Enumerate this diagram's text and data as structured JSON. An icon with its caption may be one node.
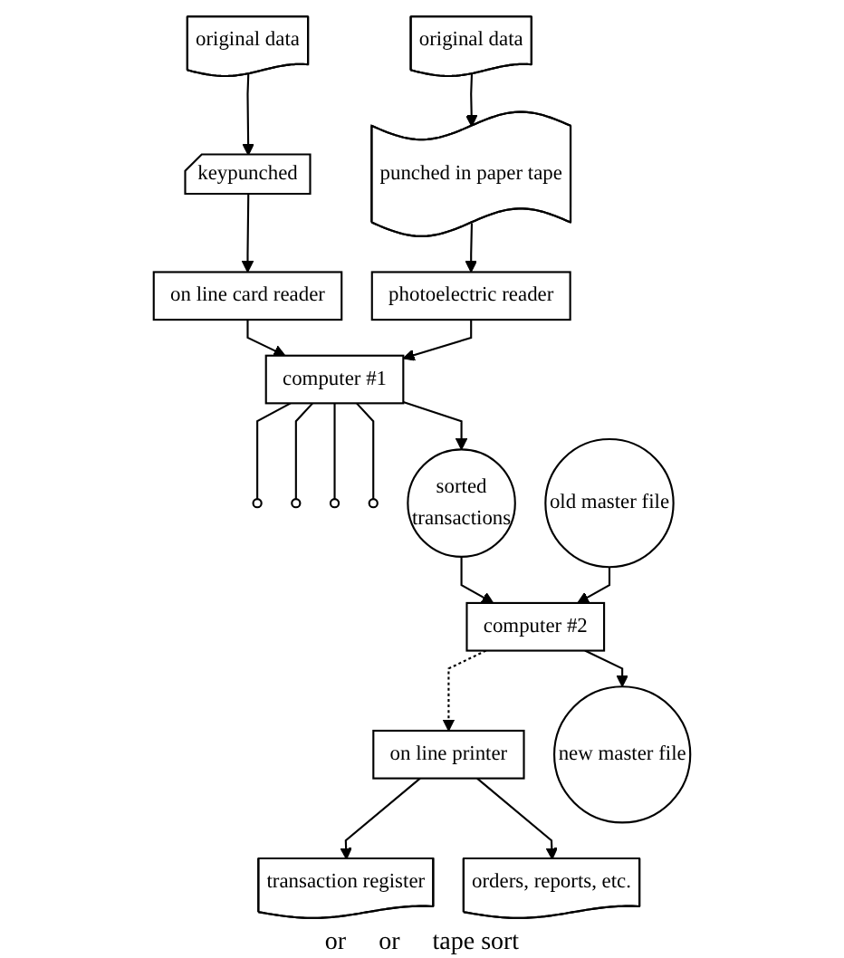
{
  "diagram": {
    "nodes": [
      {
        "text": [
          "original data"
        ]
      },
      {
        "text": [
          "original data"
        ]
      },
      {
        "text": [
          "keypunched"
        ]
      },
      {
        "text": [
          "punched in paper tape"
        ]
      },
      {
        "text": [
          "on line card reader"
        ]
      },
      {
        "text": [
          "photoelectric reader"
        ]
      },
      {
        "text": [
          "computer #1"
        ]
      },
      {
        "text": [],
        "shape": "circle"
      },
      {
        "text": [],
        "shape": "circle"
      },
      {
        "text": [],
        "shape": "circle"
      },
      {
        "text": [],
        "shape": "circle"
      },
      {
        "text": [
          "sorted",
          "transactions"
        ]
      },
      {
        "text": [
          "computer #2"
        ]
      },
      {
        "text": [
          "old master file"
        ]
      },
      {
        "text": [
          "on line printer"
        ]
      },
      {
        "text": [
          "new master file"
        ]
      },
      {
        "text": [
          "transaction register"
        ]
      },
      {
        "text": [
          "orders, reports, etc."
        ]
      }
    ],
    "edges": [
      {
        "from": 0,
        "to": 2,
        "arrow": "to"
      },
      {
        "from": 1,
        "to": 3,
        "arrow": "to"
      },
      {
        "from": 2,
        "to": 4,
        "arrow": "to"
      },
      {
        "from": 3,
        "to": 5,
        "arrow": "to"
      },
      {
        "from": 4,
        "to": 6,
        "arrow": "to"
      },
      {
        "from": 5,
        "to": 6,
        "arrow": "to"
      },
      {
        "from": 6,
        "to": 7,
        "arrow": "none"
      },
      {
        "from": 6,
        "to": 8,
        "arrow": "none"
      },
      {
        "from": 6,
        "to": 9,
        "arrow": "none"
      },
      {
        "from": 6,
        "to": 10,
        "arrow": "none"
      },
      {
        "from": 6,
        "to": 11,
        "arrow": "to"
      },
      {
        "from": 11,
        "to": 12,
        "arrow": "to"
      },
      {
        "from": 13,
        "to": 12,
        "arrow": "to"
      },
      {
        "from": 12,
        "to": 15,
        "arrow": "to"
      },
      {
        "from": 12,
        "to": 14,
        "arrow": "to",
        "style": "dashed"
      },
      {
        "from": 14,
        "to": 16,
        "arrow": "to"
      },
      {
        "from": 14,
        "to": 17,
        "arrow": "to"
      }
    ],
    "labels": [
      "or",
      "or",
      "tape sort"
    ]
  }
}
